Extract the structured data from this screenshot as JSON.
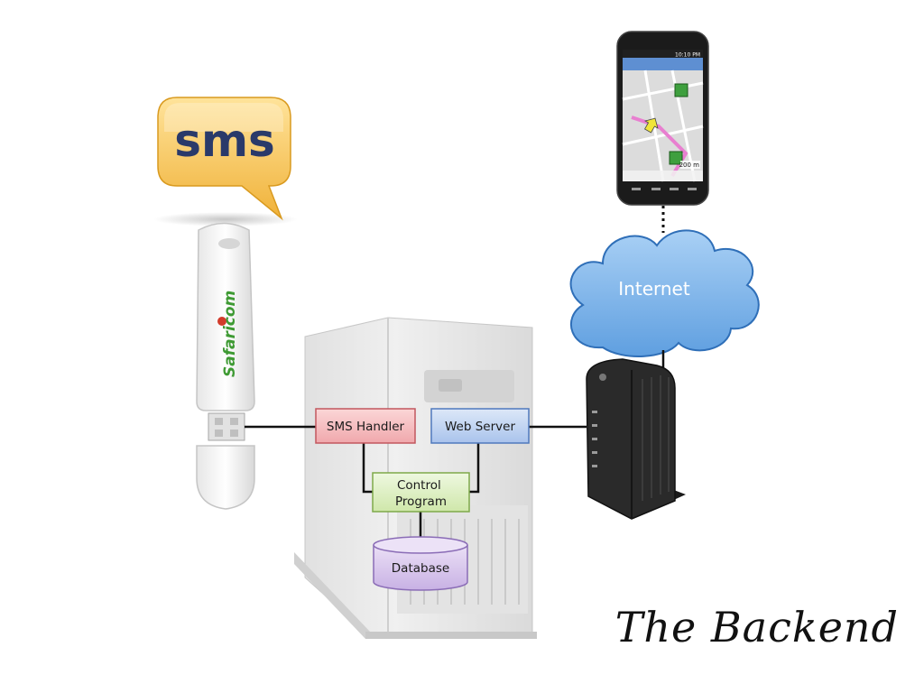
{
  "slide": {
    "title": "The Backend"
  },
  "sms_bubble": {
    "text": "sms",
    "icon": "sms-speech-bubble-icon"
  },
  "modem": {
    "brand": "Safaricom",
    "icon": "usb-modem-icon"
  },
  "internet": {
    "label": "Internet",
    "icon": "cloud-icon"
  },
  "phone": {
    "icon": "smartphone-map-icon",
    "status_time": "10:10 PM",
    "map_scale": "200 m"
  },
  "router": {
    "icon": "cable-modem-icon"
  },
  "server": {
    "icon": "tower-server-icon"
  },
  "components": {
    "sms_handler": "SMS Handler",
    "web_server": "Web Server",
    "control_program": "Control Program",
    "database": "Database"
  },
  "colors": {
    "sms_handler_fill": "#f7c4c6",
    "sms_handler_stroke": "#c2575e",
    "web_server_fill": "#c3d6f3",
    "web_server_stroke": "#4f79bd",
    "control_fill": "#def0c4",
    "control_stroke": "#7ea94a",
    "database_fill": "#d9c8ec",
    "database_stroke": "#8a6cb6",
    "cloud_fill": "#7ab3e8",
    "bubble_fill": "#f4c24a"
  }
}
